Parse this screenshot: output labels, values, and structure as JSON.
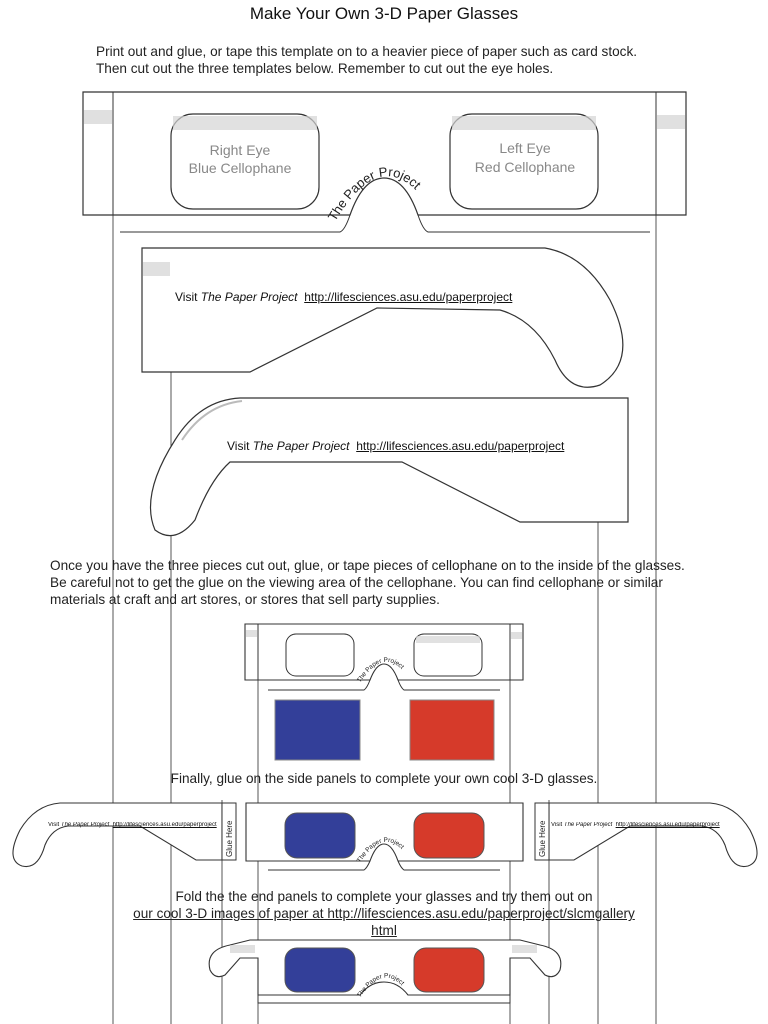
{
  "title": "Make Your Own 3-D Paper Glasses",
  "intro": {
    "line1": "Print out and glue, or tape this template on to a heavier piece of paper such as card stock.",
    "line2": "Then cut out the three templates below. Remember to cut out the eye holes."
  },
  "front_template": {
    "right_eye_line1": "Right Eye",
    "right_eye_line2": "Blue Cellophane",
    "left_eye_line1": "Left Eye",
    "left_eye_line2": "Red Cellophane",
    "brand": "The Paper Project"
  },
  "side_panel": {
    "visit": "Visit",
    "project": "The Paper Project",
    "url": "http://lifesciences.asu.edu/paperproject"
  },
  "instructions": {
    "line1": "Once you have the three pieces cut out, glue, or tape pieces of cellophane on to the inside of the glasses.",
    "line2": "Be careful not to get the glue on the viewing area of the cellophane. You can find cellophane or similar",
    "line3": "materials at craft and art stores, or stores that sell party supplies."
  },
  "finally": "Finally, glue on the side panels to complete your own cool 3-D glasses.",
  "glue_label": "Glue Here",
  "fold": {
    "line1": "Fold the the end panels to complete your glasses and try them out on",
    "line2": "our cool 3-D images of paper at http://lifesciences.asu.edu/paperproject/slcmgallery",
    "line3": "html"
  },
  "colors": {
    "blue_lens": "#333f99",
    "red_lens": "#d63a2a",
    "outline": "#333333"
  }
}
